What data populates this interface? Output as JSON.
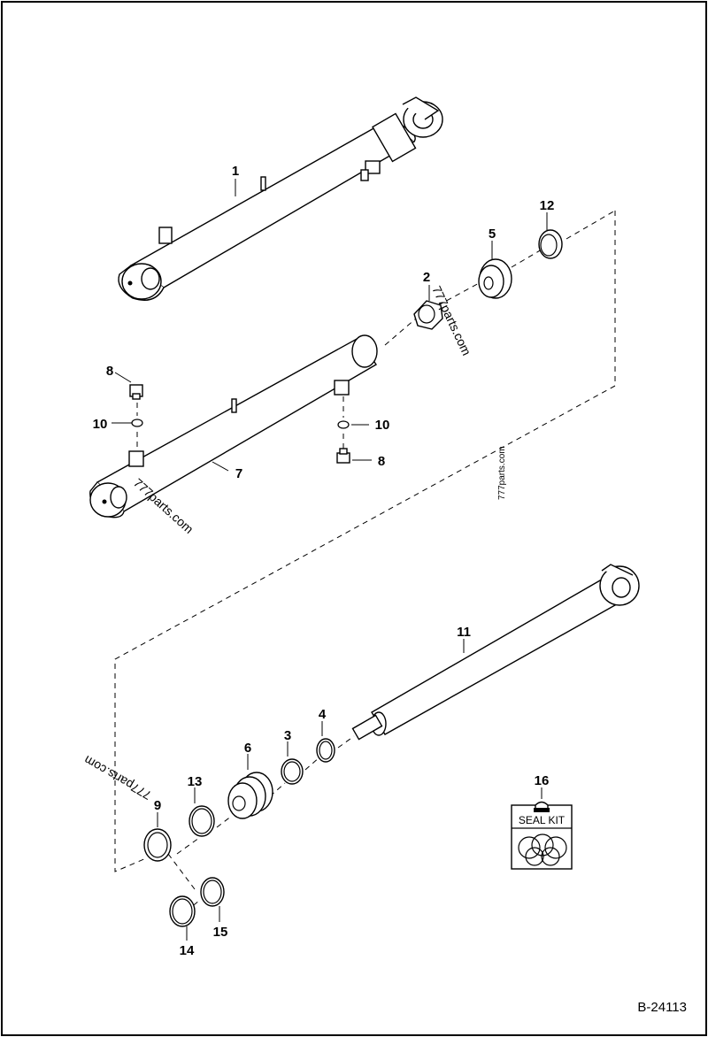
{
  "drawing_number": "B-24113",
  "seal_kit_label": "SEAL KIT",
  "watermarks": [
    "777parts.com",
    "777parts.com",
    "777parts.com",
    "777parts.com"
  ],
  "callouts": [
    "1",
    "2",
    "5",
    "12",
    "8",
    "10",
    "10",
    "8",
    "7",
    "11",
    "4",
    "3",
    "6",
    "13",
    "9",
    "16",
    "15",
    "14"
  ]
}
